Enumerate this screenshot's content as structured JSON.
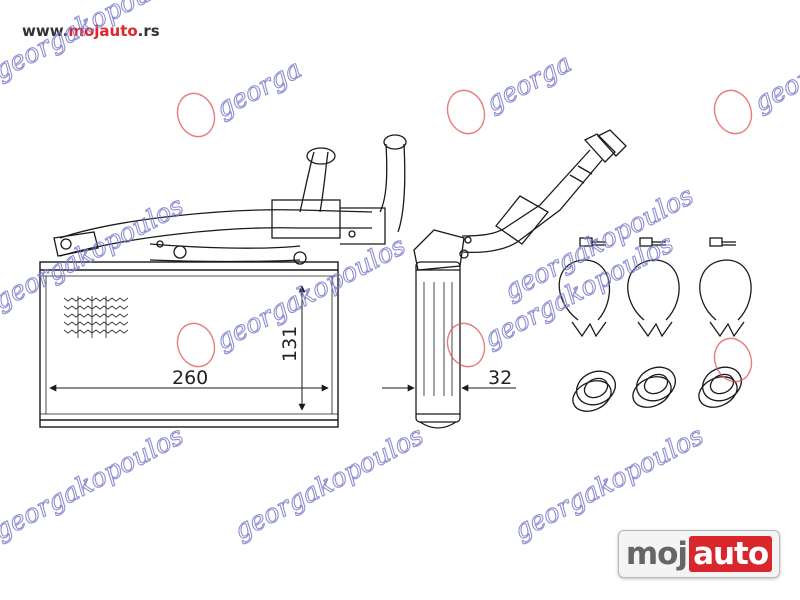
{
  "header": {
    "url_prefix": "www.",
    "url_brand": "mojauto",
    "url_suffix": ".rs"
  },
  "watermark": {
    "text_georga": "georga",
    "text_full": "georgakopoulos",
    "text_part": "georgakopoulos"
  },
  "dimensions": {
    "width": "260",
    "height": "131",
    "depth": "32"
  },
  "logo": {
    "moj": "moj",
    "auto": "auto"
  },
  "colors": {
    "line": "#1a1a1a",
    "url_accent": "#e0242a",
    "watermark_text": "#7c7ccc",
    "watermark_logo": "#e05050",
    "logo_red": "#d8262c"
  }
}
